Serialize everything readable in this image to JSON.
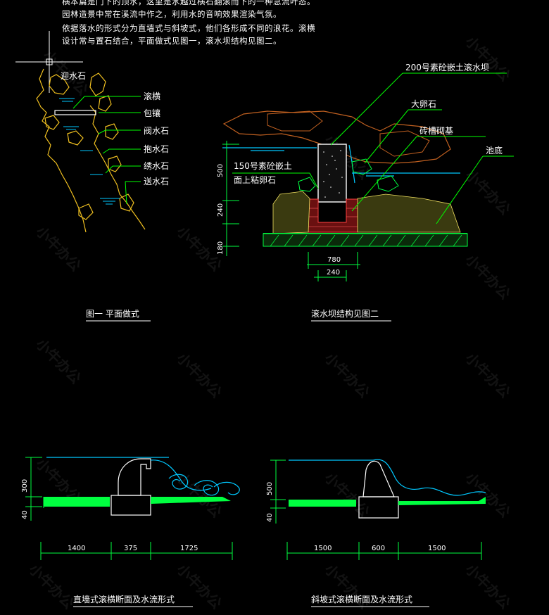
{
  "intro_lines": [
    "横本篇是门下的顶水，这里是水越过横石翻滚而下的一种急流叶态。",
    "园林造景中常在溪流中作之，利用水的音响效果渲染气氛。",
    "依据落水的形式分为直墙式与斜坡式，他们各形成不同的浪花。滚横",
    "设计常与置石结合，平面做式见图一，滚水坝结构见图二。"
  ],
  "fig1": {
    "labels": [
      "迎水石",
      "滚横",
      "包镶",
      "阀水石",
      "抱水石",
      "绣水石",
      "送水石"
    ],
    "caption": "图一 平面做式"
  },
  "fig2": {
    "labels": [
      "200号素砼嵌土滚水坝",
      "大卵石",
      "砖槽砌基",
      "池底",
      "150号素砼嵌土",
      "面上粘卵石"
    ],
    "dims_v": [
      "500",
      "240",
      "180"
    ],
    "dims_h": [
      "780",
      "240"
    ],
    "caption": "滚水坝结构见图二"
  },
  "fig3": {
    "dims_v": [
      "300",
      "40"
    ],
    "dims_h": [
      "1400",
      "375",
      "1725"
    ],
    "caption": "直墙式滚横断面及水流形式"
  },
  "fig4": {
    "dims_v": [
      "500",
      "40"
    ],
    "dims_h": [
      "1500",
      "600",
      "1500"
    ],
    "caption": "斜坡式滚横断面及水流形式"
  },
  "watermark": "小牛办公",
  "colors": {
    "background": "#000000",
    "rock": "#f0c020",
    "dimension": "#00ff40",
    "water": "#00c8ff",
    "leader": "#00ff00",
    "text": "#ffffff"
  }
}
